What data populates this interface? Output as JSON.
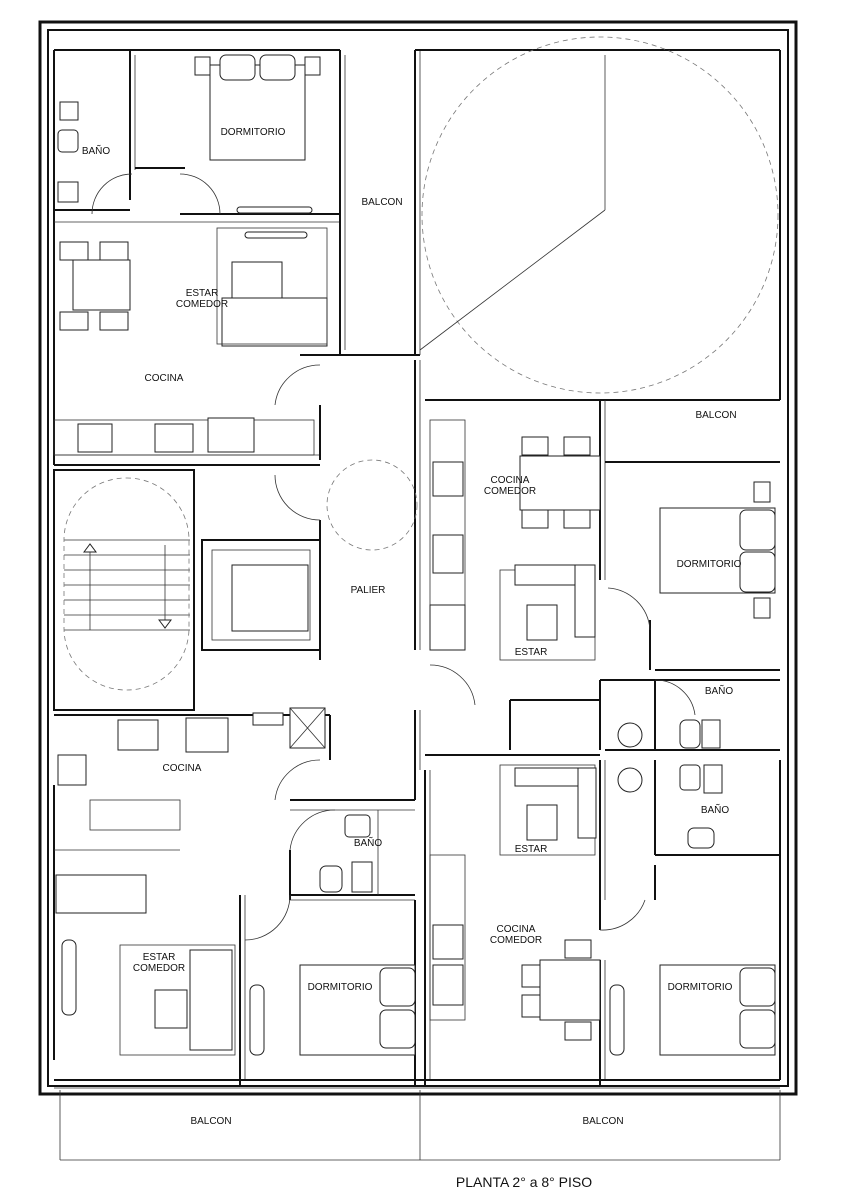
{
  "plan": {
    "title": "PLANTA 2° a 8° PISO",
    "rooms": {
      "dormitorio_top": "DORMITORIO",
      "bano_top": "BAÑO",
      "balcon_top": "BALCON",
      "estar_comedor_top": "ESTAR\nCOMEDOR",
      "cocina_top": "COCINA",
      "balcon_right": "BALCON",
      "cocina_comedor_right": "COCINA\nCOMEDOR",
      "dormitorio_right": "DORMITORIO",
      "palier": "PALIER",
      "estar_mid": "ESTAR",
      "bano_mid_right": "BAÑO",
      "cocina_bottom": "COCINA",
      "estar_bottom_mid": "ESTAR",
      "bano_bottom_right": "BAÑO",
      "bano_bottom_mid": "BAÑO",
      "cocina_comedor_bottom": "COCINA\nCOMEDOR",
      "estar_comedor_bottom": "ESTAR\nCOMEDOR",
      "dormitorio_bottom_mid": "DORMITORIO",
      "dormitorio_bottom_right": "DORMITORIO",
      "balcon_bottom_left": "BALCON",
      "balcon_bottom_right": "BALCON"
    }
  }
}
